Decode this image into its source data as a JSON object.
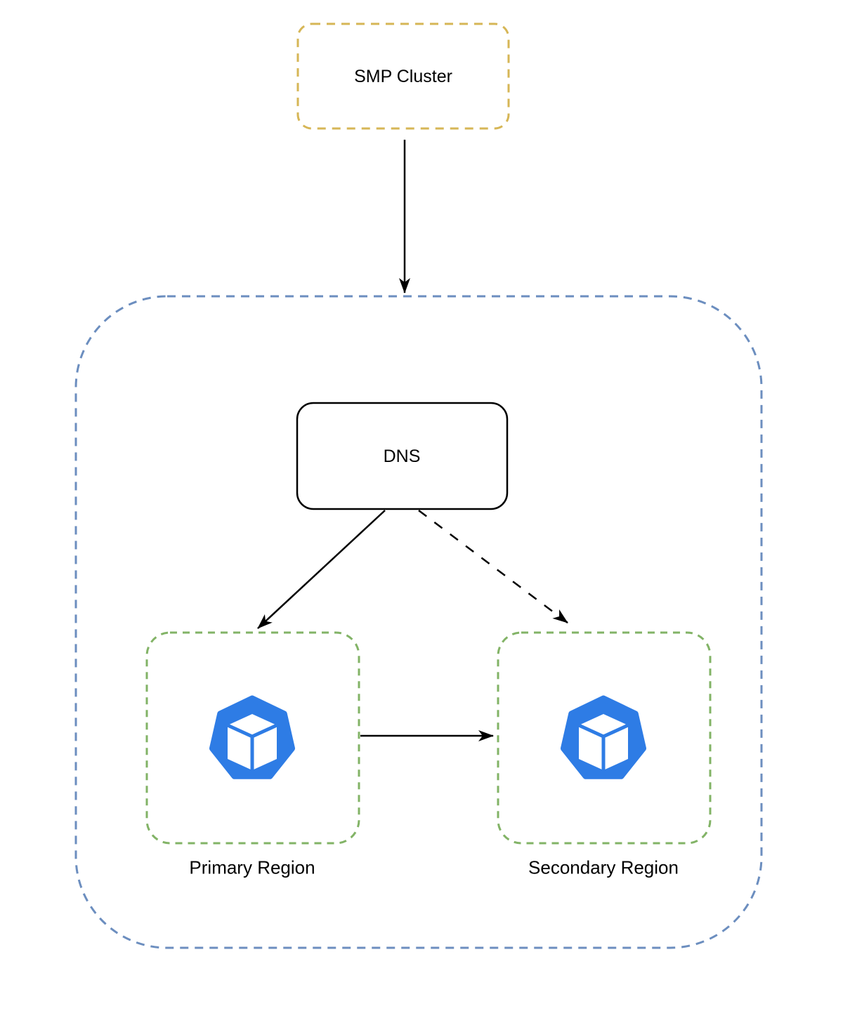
{
  "diagram": {
    "nodes": {
      "smp_cluster": {
        "label": "SMP Cluster"
      },
      "dns": {
        "label": "DNS"
      },
      "primary_region": {
        "label": "Primary Region"
      },
      "secondary_region": {
        "label": "Secondary Region"
      }
    },
    "icons": {
      "primary": "kubernetes-cluster-icon",
      "secondary": "kubernetes-cluster-icon"
    },
    "edges": [
      {
        "from": "SMP Cluster",
        "to": "region-group",
        "style": "solid-arrow"
      },
      {
        "from": "DNS",
        "to": "Primary Region",
        "style": "solid-arrow"
      },
      {
        "from": "DNS",
        "to": "Secondary Region",
        "style": "dashed-arrow"
      },
      {
        "from": "Primary Region",
        "to": "Secondary Region",
        "style": "solid-arrow"
      }
    ],
    "colors": {
      "smp_cluster_border": "#D6B656",
      "outer_group_border": "#6C8EBF",
      "region_border": "#82B366",
      "cluster_icon": "#2E7CE5",
      "connector": "#000000",
      "box_fill": "#FFFFFF"
    }
  }
}
